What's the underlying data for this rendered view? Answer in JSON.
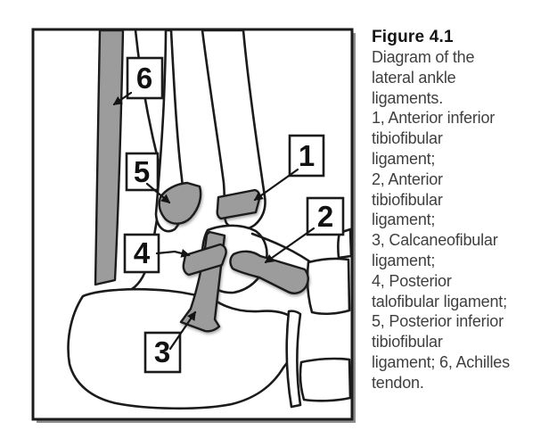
{
  "figure": {
    "title": "Figure 4.1",
    "caption_lines": [
      "Diagram of the",
      "lateral ankle",
      "ligaments.",
      "1, Anterior inferior",
      "tibiofibular",
      "ligament;",
      "2, Anterior",
      "tibiofibular",
      "ligament;",
      "3, Calcaneofibular",
      "ligament;",
      "4, Posterior",
      "talofibular ligament;",
      "5, Posterior inferior",
      "tibiofibular",
      "ligament; 6, Achilles",
      "tendon."
    ]
  },
  "diagram": {
    "labels": [
      {
        "number": "1",
        "target": "Anterior inferior tibiofibular ligament"
      },
      {
        "number": "2",
        "target": "Anterior tibiofibular ligament"
      },
      {
        "number": "3",
        "target": "Calcaneofibular ligament"
      },
      {
        "number": "4",
        "target": "Posterior talofibular ligament"
      },
      {
        "number": "5",
        "target": "Posterior inferior tibiofibular ligament"
      },
      {
        "number": "6",
        "target": "Achilles tendon"
      }
    ],
    "colors": {
      "structure_gray": "#9c9c9c",
      "bone_fill": "#ffffff",
      "outline": "#1b1b1b",
      "frame_shadow": "#8e8e8e",
      "caption_text": "#3f3f3f"
    }
  }
}
